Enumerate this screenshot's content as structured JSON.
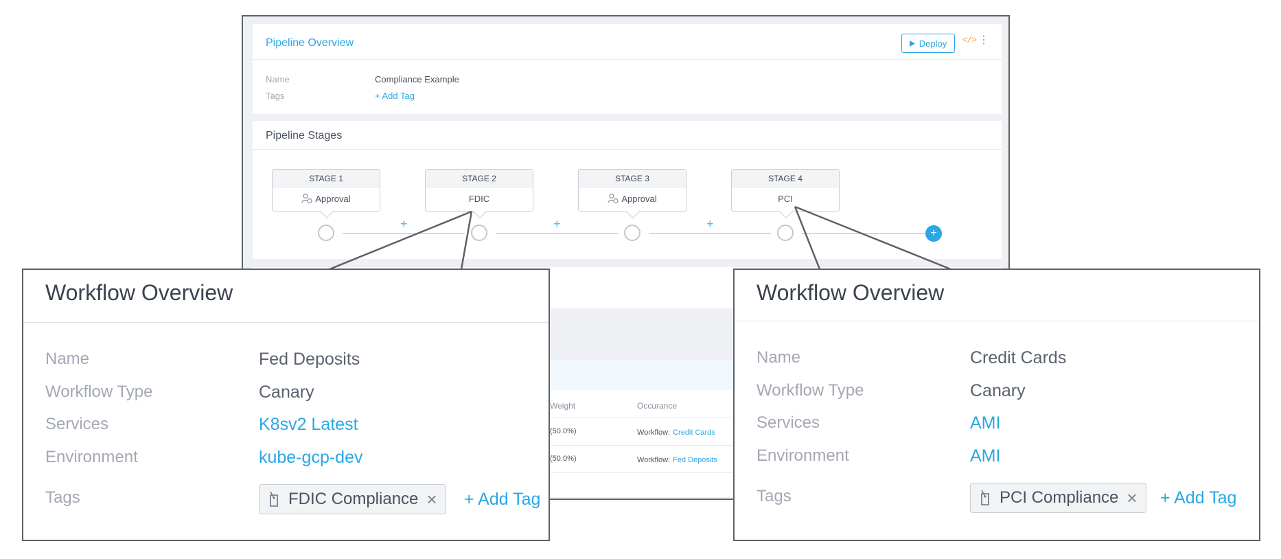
{
  "pipeline_overview": {
    "title": "Pipeline Overview",
    "deploy_label": "Deploy",
    "name_label": "Name",
    "name_value": "Compliance Example",
    "tags_label": "Tags",
    "add_tag": "+ Add Tag"
  },
  "pipeline_stages": {
    "title": "Pipeline Stages",
    "stages": [
      {
        "name": "STAGE 1",
        "type": "Approval"
      },
      {
        "name": "STAGE 2",
        "type": "FDIC"
      },
      {
        "name": "STAGE 3",
        "type": "Approval"
      },
      {
        "name": "STAGE 4",
        "type": "PCI"
      }
    ],
    "add_between": "+",
    "add_end": "+"
  },
  "table": {
    "col_weight": "Weight",
    "col_occurance": "Occurance",
    "rows": [
      {
        "weight": "(50.0%)",
        "prefix": "Workflow:",
        "link": "Credit Cards"
      },
      {
        "weight": "(50.0%)",
        "prefix": "Workflow:",
        "link": "Fed Deposits"
      }
    ]
  },
  "workflow_left": {
    "title": "Workflow Overview",
    "labels": {
      "name": "Name",
      "type": "Workflow Type",
      "services": "Services",
      "environment": "Environment",
      "tags": "Tags"
    },
    "name": "Fed Deposits",
    "type": "Canary",
    "services": "K8sv2 Latest",
    "environment": "kube-gcp-dev",
    "tag": "FDIC Compliance",
    "add_tag": "+ Add Tag"
  },
  "workflow_right": {
    "title": "Workflow Overview",
    "labels": {
      "name": "Name",
      "type": "Workflow Type",
      "services": "Services",
      "environment": "Environment",
      "tags": "Tags"
    },
    "name": "Credit Cards",
    "type": "Canary",
    "services": "AMI",
    "environment": "AMI",
    "tag": "PCI Compliance",
    "add_tag": "+ Add Tag"
  },
  "colors": {
    "accent": "#2aa7e4",
    "code_icon": "#f0a538",
    "frame": "#5d6168"
  }
}
